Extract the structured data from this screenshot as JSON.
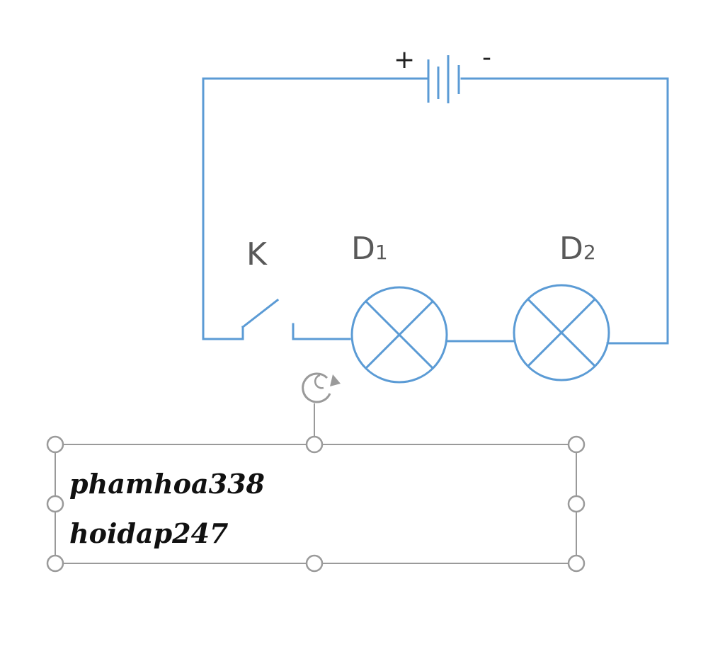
{
  "diagram": {
    "battery": {
      "plus_sign": "+",
      "minus_sign": "-"
    },
    "switch": {
      "label": "K"
    },
    "lamps": [
      {
        "label_main": "D",
        "label_sub": "1"
      },
      {
        "label_main": "D",
        "label_sub": "2"
      }
    ]
  },
  "textbox": {
    "lines": [
      "phamhoa338",
      "hoidap247"
    ]
  },
  "colors": {
    "wire": "#5b9bd5",
    "selection": "#9a9a9a",
    "label": "#595959"
  }
}
